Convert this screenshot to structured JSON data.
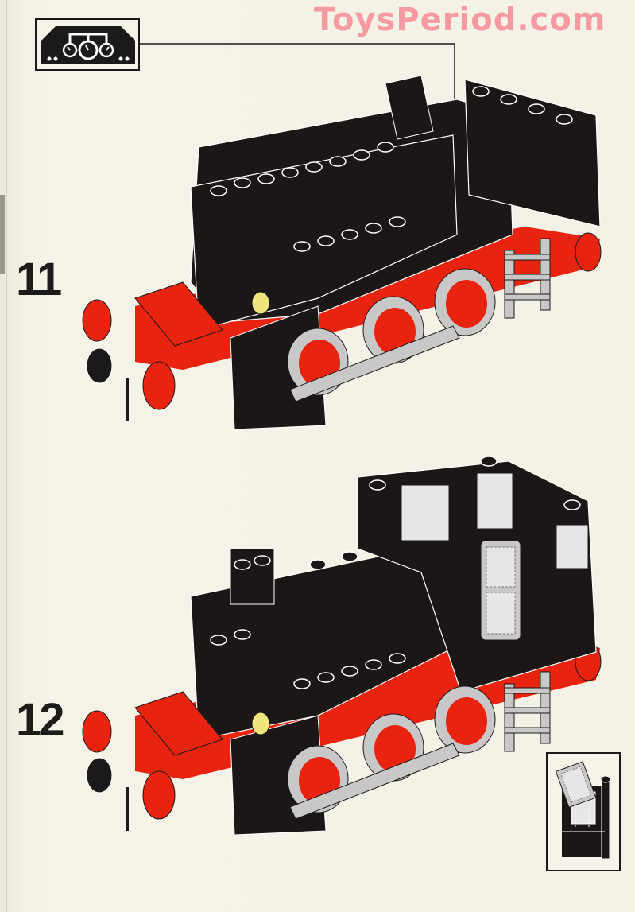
{
  "watermark": "ToysPeriod.com",
  "steps": [
    {
      "number": "11",
      "description": "Locomotive body with open cab, gauge panel callout"
    },
    {
      "number": "12",
      "description": "Completed locomotive with cab, windows and door"
    }
  ],
  "callout": {
    "icon": "pressure-gauges-icon"
  },
  "inset": {
    "icon": "window-insert-detail-icon"
  },
  "colors": {
    "paper": "#f4f1e6",
    "brick_black": "#1c1717",
    "brick_red": "#e8230f",
    "grey": "#c8c8c8",
    "yellow": "#eee67a",
    "watermark": "#f49aa0"
  }
}
